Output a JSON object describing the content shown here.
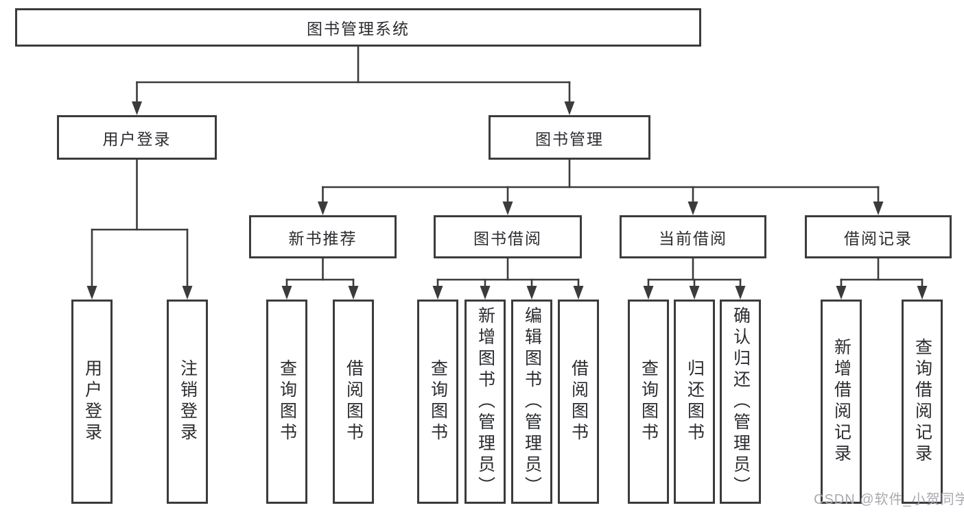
{
  "diagram": {
    "root": {
      "label": "图书管理系统"
    },
    "level2": [
      {
        "id": "user-login",
        "label": "用户登录",
        "parent": "图书管理系统"
      },
      {
        "id": "book-management",
        "label": "图书管理",
        "parent": "图书管理系统"
      }
    ],
    "level3": [
      {
        "id": "new-book-recommend",
        "label": "新书推荐",
        "parent": "图书管理"
      },
      {
        "id": "book-borrow",
        "label": "图书借阅",
        "parent": "图书管理"
      },
      {
        "id": "current-borrow",
        "label": "当前借阅",
        "parent": "图书管理"
      },
      {
        "id": "borrow-records",
        "label": "借阅记录",
        "parent": "图书管理"
      }
    ],
    "leaves": [
      {
        "id": "leaf-user-login",
        "label": "用户登录",
        "parent": "用户登录"
      },
      {
        "id": "leaf-logout-login",
        "label": "注销登录",
        "parent": "用户登录"
      },
      {
        "id": "leaf-query-book-recommend",
        "label": "查询图书",
        "parent": "新书推荐"
      },
      {
        "id": "leaf-borrow-book-recommend",
        "label": "借阅图书",
        "parent": "新书推荐"
      },
      {
        "id": "leaf-query-book-borrow",
        "label": "查询图书",
        "parent": "图书借阅"
      },
      {
        "id": "leaf-add-book-admin",
        "label": "新增图书（管理员）",
        "parent": "图书借阅"
      },
      {
        "id": "leaf-edit-book-admin",
        "label": "编辑图书（管理员）",
        "parent": "图书借阅"
      },
      {
        "id": "leaf-borrow-book",
        "label": "借阅图书",
        "parent": "图书借阅"
      },
      {
        "id": "leaf-query-book-current",
        "label": "查询图书",
        "parent": "当前借阅"
      },
      {
        "id": "leaf-return-book",
        "label": "归还图书",
        "parent": "当前借阅"
      },
      {
        "id": "leaf-confirm-return-admin",
        "label": "确认归还（管理员）",
        "parent": "当前借阅"
      },
      {
        "id": "leaf-add-borrow-record",
        "label": "新增借阅记录",
        "parent": "借阅记录"
      },
      {
        "id": "leaf-query-borrow-record",
        "label": "查询借阅记录",
        "parent": "借阅记录"
      }
    ],
    "watermark": "CSDN @软件_小贺同学",
    "colors": {
      "line": "#3a3b3d",
      "text": "#2b2c30",
      "watermark": "#a8aaae",
      "background": "#ffffff"
    }
  }
}
